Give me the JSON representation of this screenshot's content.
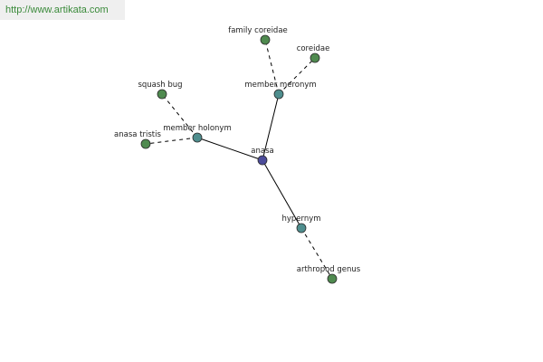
{
  "site": {
    "url_text": "http://www.artikata.com"
  },
  "graph": {
    "colors": {
      "center": "#4c4c9a",
      "relation": "#4f8e8e",
      "leaf": "#4f8a4f",
      "edge": "#000000",
      "node_stroke": "#2a2a2a"
    },
    "nodes": [
      {
        "id": "anasa",
        "label": "anasa",
        "kind": "center"
      },
      {
        "id": "member-meronym",
        "label": "member meronym",
        "kind": "relation"
      },
      {
        "id": "member-holonym",
        "label": "member holonym",
        "kind": "relation"
      },
      {
        "id": "hypernym",
        "label": "hypernym",
        "kind": "relation"
      },
      {
        "id": "family-coreidae",
        "label": "family coreidae",
        "kind": "leaf"
      },
      {
        "id": "coreidae",
        "label": "coreidae",
        "kind": "leaf"
      },
      {
        "id": "squash-bug",
        "label": "squash bug",
        "kind": "leaf"
      },
      {
        "id": "anasa-tristis",
        "label": "anasa tristis",
        "kind": "leaf"
      },
      {
        "id": "arthropod-genus",
        "label": "arthropod genus",
        "kind": "leaf"
      }
    ],
    "edges": [
      {
        "from": "anasa",
        "to": "member-meronym",
        "style": "solid"
      },
      {
        "from": "anasa",
        "to": "member-holonym",
        "style": "solid"
      },
      {
        "from": "anasa",
        "to": "hypernym",
        "style": "solid"
      },
      {
        "from": "member-meronym",
        "to": "family-coreidae",
        "style": "dashed"
      },
      {
        "from": "member-meronym",
        "to": "coreidae",
        "style": "dashed"
      },
      {
        "from": "member-holonym",
        "to": "squash-bug",
        "style": "dashed"
      },
      {
        "from": "member-holonym",
        "to": "anasa-tristis",
        "style": "dashed"
      },
      {
        "from": "hypernym",
        "to": "arthropod-genus",
        "style": "dashed"
      }
    ]
  }
}
